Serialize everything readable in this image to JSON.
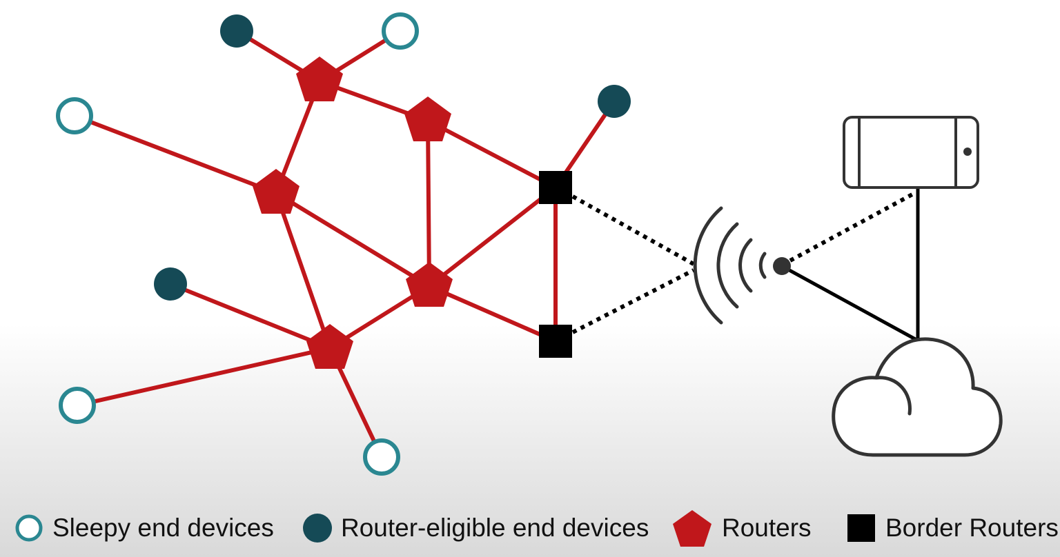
{
  "colors": {
    "router": "#c0171b",
    "link": "#c0171b",
    "sleepy_stroke": "#2a8791",
    "eligible_fill": "#154a56",
    "border_router": "#000000",
    "device_stroke": "#333333"
  },
  "legend": {
    "sleepy": "Sleepy end devices",
    "eligible": "Router-eligible end devices",
    "routers": "Routers",
    "border": "Border Routers"
  },
  "icons": [
    "wifi-signal-icon",
    "phone-icon",
    "cloud-icon"
  ]
}
